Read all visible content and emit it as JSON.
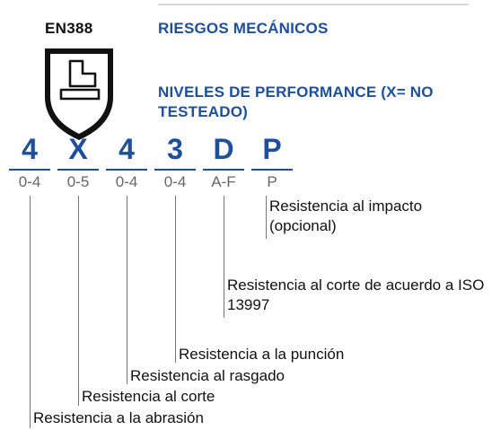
{
  "standard": "EN388",
  "title_main": "RIESGOS MECÁNICOS",
  "title_levels": "NIVELES DE PERFORMANCE (X= NO TESTEADO)",
  "colors": {
    "brand_blue": "#1d4f9c",
    "range_gray": "#666666",
    "line_gray": "#777777"
  },
  "icon": "glove-shield-icon",
  "codes": [
    {
      "letter": "4",
      "range": "0-4",
      "desc": "Resistencia a la abrasión"
    },
    {
      "letter": "X",
      "range": "0-5",
      "desc": "Resistencia al corte"
    },
    {
      "letter": "4",
      "range": "0-4",
      "desc": "Resistencia al rasgado"
    },
    {
      "letter": "3",
      "range": "0-4",
      "desc": "Resistencia a la punción"
    },
    {
      "letter": "D",
      "range": "A-F",
      "desc": "Resistencia al corte de acuerdo a ISO 13997"
    },
    {
      "letter": "P",
      "range": "P",
      "desc": "Resistencia al impacto (opcional)"
    }
  ]
}
